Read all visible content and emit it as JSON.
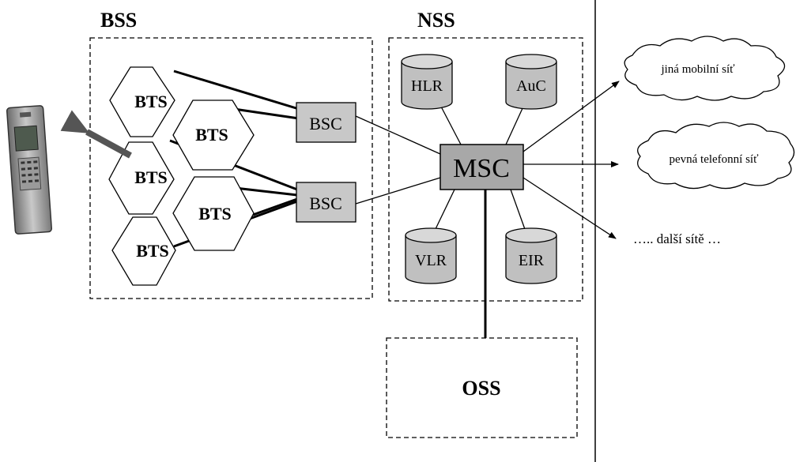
{
  "groups": {
    "bss": "BSS",
    "nss": "NSS",
    "oss": "OSS"
  },
  "bts_label": "BTS",
  "bsc_label": "BSC",
  "msc_label": "MSC",
  "databases": {
    "hlr": "HLR",
    "auc": "AuC",
    "vlr": "VLR",
    "eir": "EIR"
  },
  "external_networks": {
    "mobile": "jiná mobilní síť",
    "fixed": "pevná telefonní síť",
    "other": "….. další sítě …"
  },
  "colors": {
    "box_fill": "#c8c8c8",
    "msc_fill": "#a8a8a8",
    "db_fill": "#c0c0c0",
    "arrow_phone": "#555555"
  },
  "icons": {
    "phone": "mobile-phone-icon"
  }
}
